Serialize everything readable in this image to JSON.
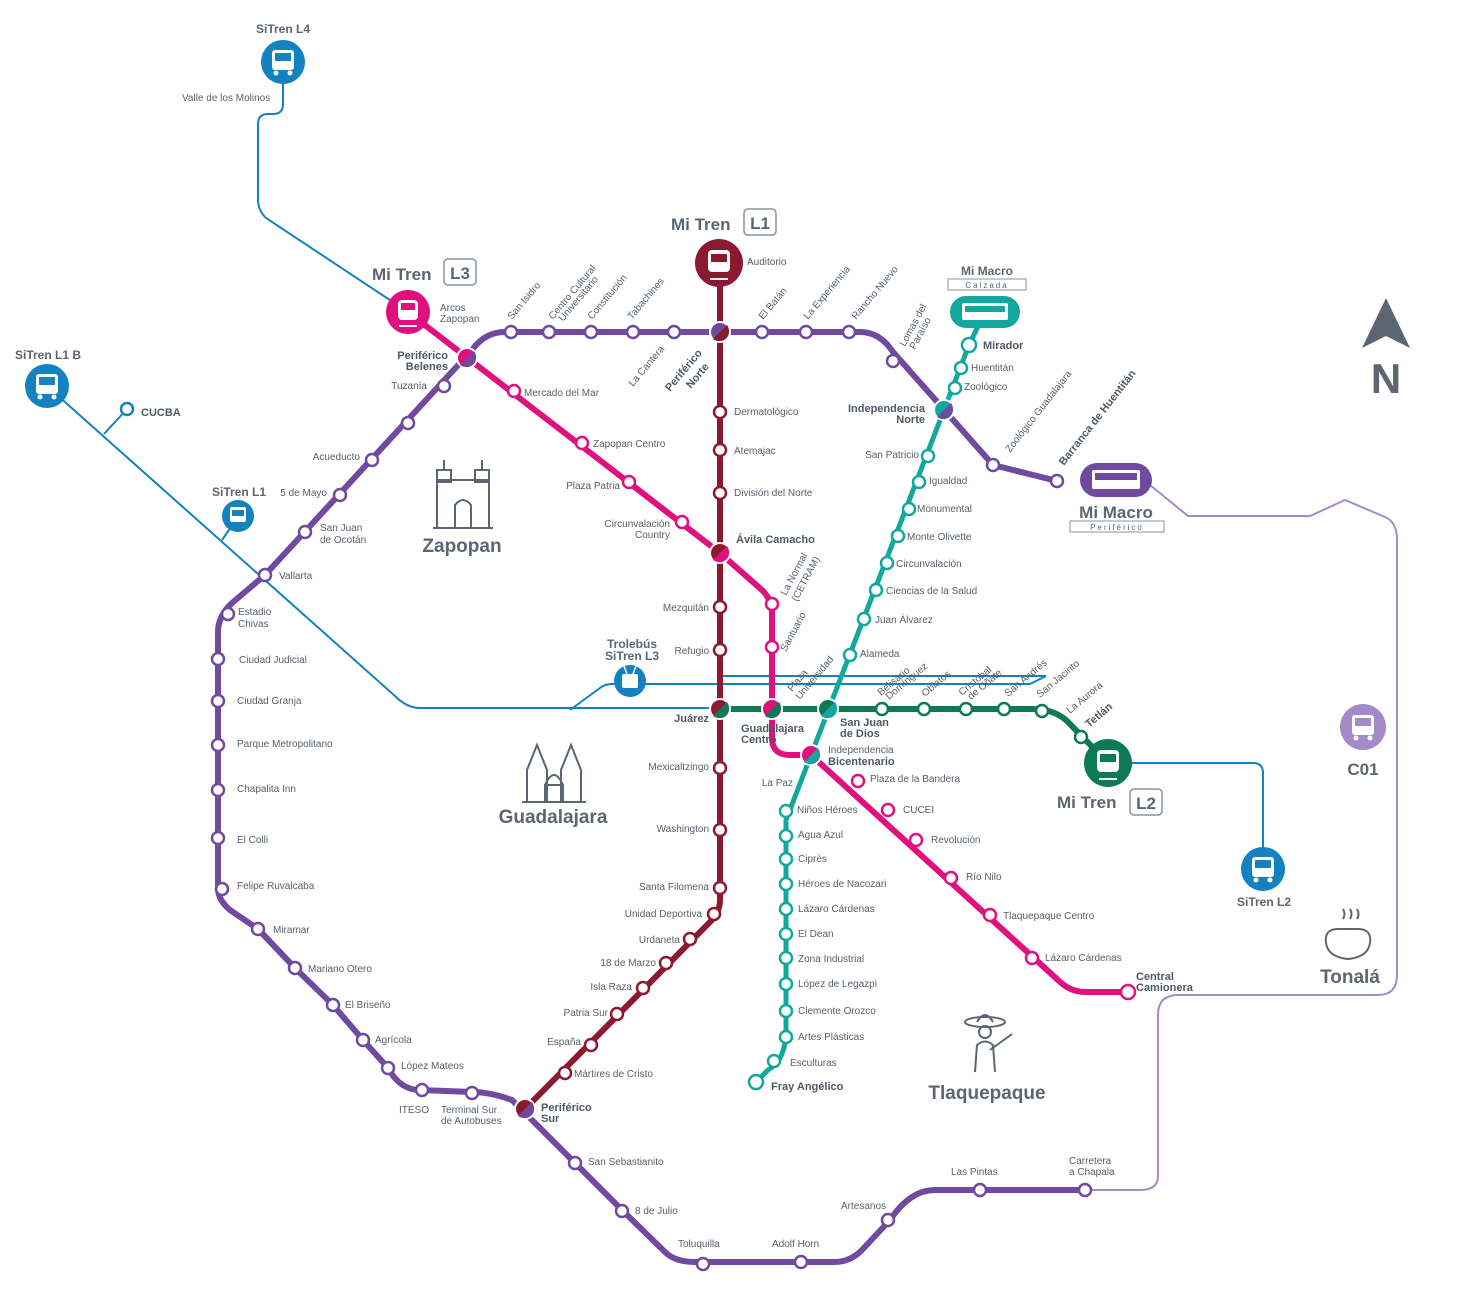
{
  "colors": {
    "l1": "#8b1a30",
    "l2": "#0d7a55",
    "l3": "#e0107f",
    "periferico": "#6f4a9e",
    "calzada": "#12a89d",
    "sitren": "#1482bf",
    "c01": "#a58ac9",
    "label": "#5b6672"
  },
  "brands": {
    "mi_tren": "Mi Tren",
    "l1": "L1",
    "l2": "L2",
    "l3": "L3",
    "mi_macro": "Mi Macro",
    "calzada": "Calzada",
    "periferico": "Periférico",
    "sitren_l4": "SiTren L4",
    "sitren_l1b": "SiTren L1 B",
    "sitren_l1": "SiTren L1",
    "sitren_l2": "SiTren L2",
    "trolebus_1": "Trolebús",
    "trolebus_2": "SiTren L3",
    "c01": "C01",
    "north": "N"
  },
  "cities": {
    "zapopan": "Zapopan",
    "guadalajara": "Guadalajara",
    "tlaquepaque": "Tlaquepaque",
    "tonala": "Tonalá"
  },
  "stations": {
    "valle_molinos": "Valle de los Molinos",
    "cucba": "CUCBA",
    "arcos_1": "Arcos",
    "arcos_2": "Zapopan",
    "auditorio": "Auditorio",
    "san_isidro": "San Isidro",
    "ccu_1": "Centro Cultural",
    "ccu_2": "Universitario",
    "constitucion": "Constitución",
    "tabachines": "Tabachines",
    "la_cantera": "La Cantera",
    "periferico_norte_1": "Periférico",
    "periferico_norte_2": "Norte",
    "el_batan": "El Batán",
    "la_experiencia": "La Experiencia",
    "rancho_nuevo": "Rancho Nuevo",
    "lomas_1": "Lomas del",
    "lomas_2": "Paraíso",
    "periferico_belenes_1": "Periférico",
    "periferico_belenes_2": "Belenes",
    "tuzania": "Tuzanía",
    "mercado_mar": "Mercado del Mar",
    "zapopan_centro": "Zapopan Centro",
    "plaza_patria": "Plaza Patria",
    "circunvalacion_country_1": "Circunvalación",
    "circunvalacion_country_2": "Country",
    "avila_camacho": "Ávila Camacho",
    "la_normal_1": "La Normal",
    "la_normal_2": "(CETRAM)",
    "santuario": "Santuario",
    "dermatologico": "Dermatológico",
    "atemajac": "Atemajac",
    "division_norte": "División del Norte",
    "mezquitan": "Mezquitán",
    "refugio": "Refugio",
    "juarez": "Juárez",
    "mexicaltzingo": "Mexicaltzingo",
    "washington": "Washington",
    "santa_filomena": "Santa Filomena",
    "unidad_deportiva": "Unidad Deportiva",
    "urdaneta": "Urdaneta",
    "dieciocho_marzo": "18 de Marzo",
    "isla_raza": "Isla Raza",
    "patria_sur": "Patria Sur",
    "espana": "España",
    "martires": "Mártires de Cristo",
    "periferico_sur_1": "Periférico",
    "periferico_sur_2": "Sur",
    "acueducto": "Acueducto",
    "cinco_mayo": "5 de Mayo",
    "san_juan_ocotan_1": "San Juan",
    "san_juan_ocotan_2": "de Ocotán",
    "vallarta": "Vallarta",
    "estadio_1": "Estadio",
    "estadio_2": "Chivas",
    "ciudad_judicial": "Ciudad Judicial",
    "ciudad_granja": "Ciudad Granja",
    "parque_metro": "Parque Metropolitano",
    "chapalita": "Chapalita Inn",
    "el_colli": "El Colli",
    "felipe": "Felipe Ruvalcaba",
    "miramar": "Miramar",
    "mariano_otero": "Mariano Otero",
    "el_briseno": "El Briseño",
    "agricola": "Agrícola",
    "lopez_mateos": "López Mateos",
    "iteso": "ITESO",
    "terminal_sur_1": "Terminal Sur",
    "terminal_sur_2": "de Autobuses",
    "san_sebastianito": "San  Sebastianito",
    "ocho_julio": "8 de Julio",
    "toluquilla": "Toluquilla",
    "adolf_horn": "Adolf Horn",
    "artesanos": "Artesanos",
    "las_pintas": "Las Pintas",
    "carretera_1": "Carretera",
    "carretera_2": "a Chapala",
    "mirador": "Mirador",
    "huentitan": "Huentitán",
    "zoologico": "Zoológico",
    "indep_norte_1": "Independencia",
    "indep_norte_2": "Norte",
    "zoo_gdl": "Zoológico Guadalajara",
    "barranca": "Barranca de Huentitán",
    "san_patricio": "San Patricio",
    "igualdad": "Igualdad",
    "monumental": "Monumental",
    "monte_olivette": "Monte Olivette",
    "circunvalacion": "Circunvalación",
    "ciencias_salud": "Ciencias de la Salud",
    "juan_alvarez": "Juan Álvarez",
    "alameda": "Alameda",
    "plaza_universidad_1": "Plaza",
    "plaza_universidad_2": "Universidad",
    "belisario_1": "Belisario",
    "belisario_2": "Domínguez",
    "oblatos": "Oblatos",
    "cristobal_1": "Cristóbal",
    "cristobal_2": "de Oñate",
    "san_andres": "San Andrés",
    "san_jacinto": "San Jacinto",
    "la_aurora": "La Aurora",
    "tetlan": "Tetlán",
    "gdl_centro_1": "Guadalajara",
    "gdl_centro_2": "Centro",
    "san_juan_dios_1": "San Juan",
    "san_juan_dios_2": "de Dios",
    "indep_sur": "Independencia",
    "bicentenario": "Bicentenario",
    "la_paz": "La Paz",
    "plaza_bandera": "Plaza de la Bandera",
    "cucei": "CUCEI",
    "revolucion": "Revolución",
    "rio_nilo": "Río Nilo",
    "tlaquepaque_centro": "Tlaquepaque Centro",
    "lazaro_l3": "Lázaro Cárdenas",
    "central_1": "Central",
    "central_2": "Camionera",
    "ninos_heroes": "Niños Héroes",
    "agua_azul": "Agua Azul",
    "cipres": "Ciprés",
    "heroes_nacozari": "Héroes de Nacozari",
    "lazaro_mm": "Lázaro Cárdenas",
    "el_dean": "El Dean",
    "zona_industrial": "Zona Industrial",
    "lopez_legazpi": "López de Legazpi",
    "clemente": "Clemente Orozco",
    "artes_plasticas": "Artes Plásticas",
    "esculturas": "Esculturas",
    "fray_angelico": "Fray Angélico"
  }
}
